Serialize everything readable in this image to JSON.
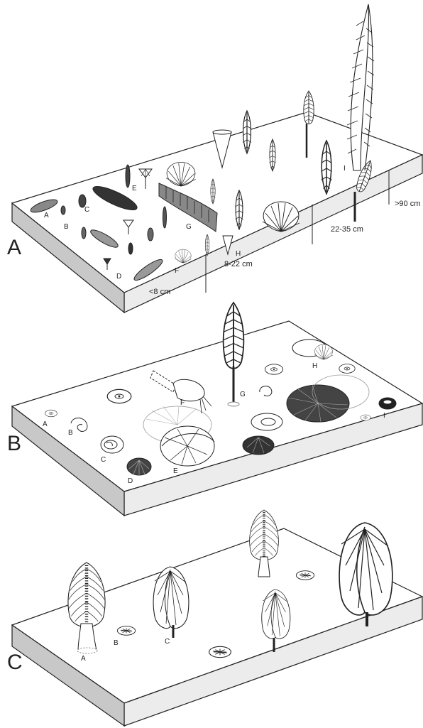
{
  "panels": [
    {
      "label": "A",
      "size_bins": [
        "<8 cm",
        "8-22 cm",
        "22-35 cm",
        ">90 cm"
      ],
      "specimens": [
        "A",
        "B",
        "C",
        "D",
        "E",
        "F",
        "G",
        "H",
        "I"
      ]
    },
    {
      "label": "B",
      "specimens": [
        "A",
        "B",
        "C",
        "D",
        "E",
        "F",
        "G",
        "H",
        "I"
      ]
    },
    {
      "label": "C",
      "specimens": [
        "A",
        "B",
        "C"
      ]
    }
  ],
  "colors": {
    "line": "#222222",
    "slab_top": "#ffffff",
    "slab_front": "#ececec",
    "slab_side": "#c8c8c8",
    "fill_dark": "#3a3a3a",
    "fill_mid": "#777777"
  }
}
